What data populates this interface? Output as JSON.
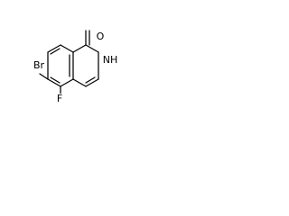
{
  "structure": {
    "atoms": {
      "oxygen": "O",
      "nitrogen": "NH",
      "bromine": "Br",
      "fluorine": "F"
    },
    "colors": {
      "bond": "#000000",
      "label": "#000000",
      "background": "#ffffff"
    }
  }
}
